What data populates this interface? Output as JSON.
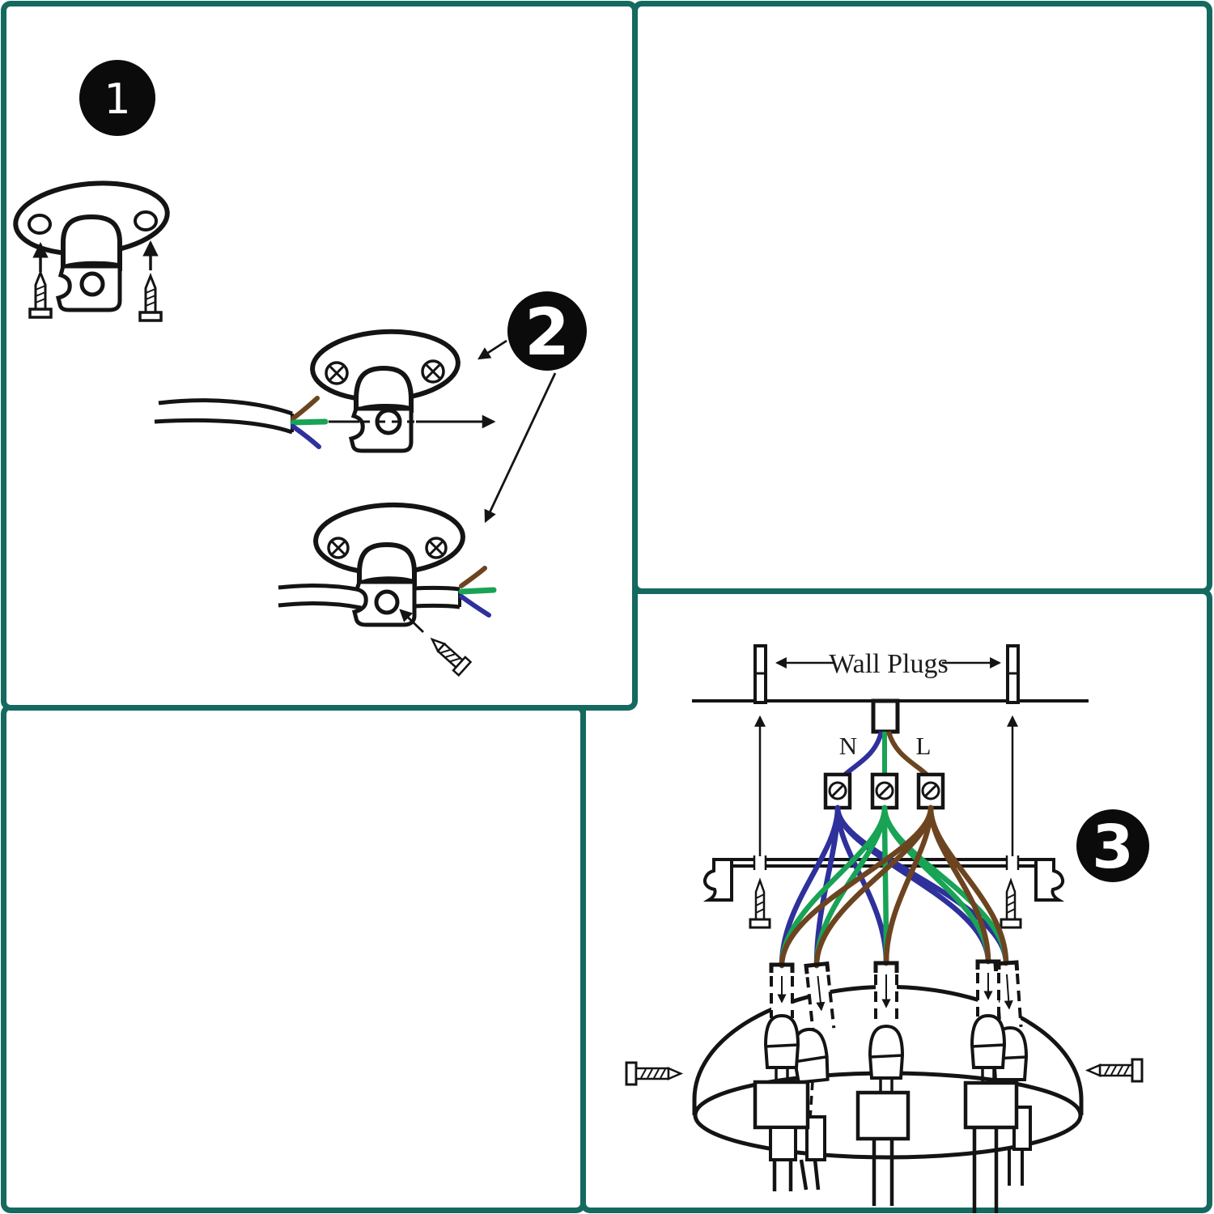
{
  "panel_border_color": "#15695f",
  "ink_color": "#141414",
  "badges": {
    "step1": "1",
    "step2": "2",
    "step3": "3"
  },
  "step3_labels": {
    "wall_plugs": "Wall Plugs",
    "neutral": "N",
    "live": "L"
  },
  "wire_colors": {
    "blue": "#2e309c",
    "green": "#18a355",
    "brown": "#6d4420"
  },
  "wiring_diagram": {
    "terminals": [
      {
        "label": "N",
        "wire": "blue"
      },
      {
        "label": "",
        "wire": "green"
      },
      {
        "label": "L",
        "wire": "brown"
      }
    ],
    "pendant_cables": 5,
    "wires_per_cable": [
      "blue",
      "green",
      "brown"
    ]
  }
}
